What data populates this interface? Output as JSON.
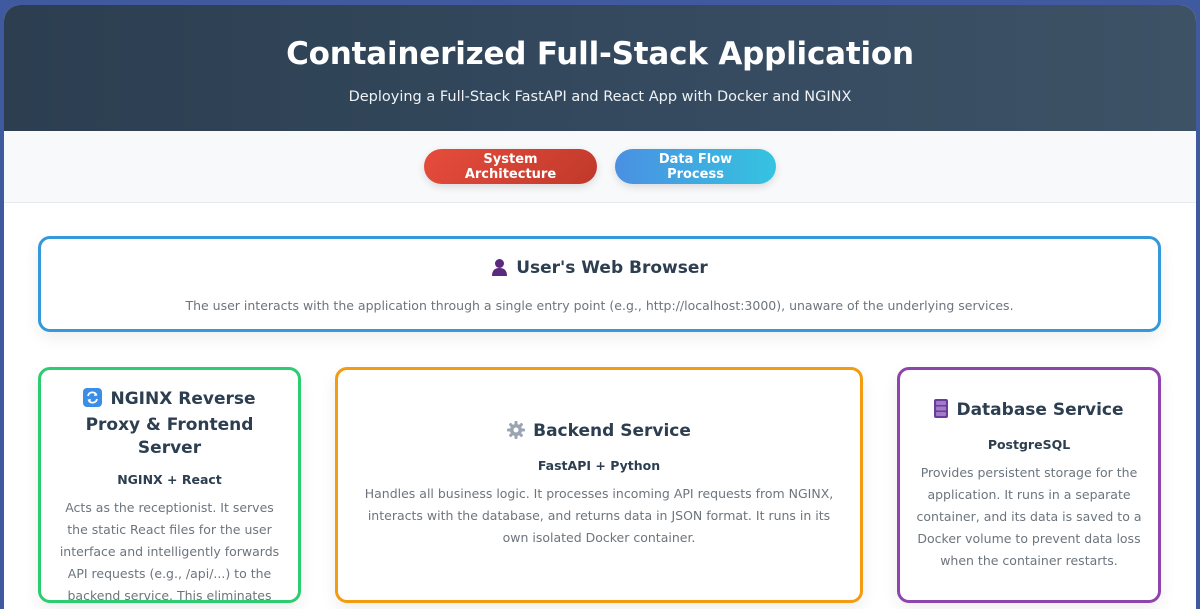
{
  "header": {
    "title": "Containerized Full-Stack Application",
    "subtitle": "Deploying a Full-Stack FastAPI and React App with Docker and NGINX"
  },
  "tabs": [
    {
      "label": "System Architecture",
      "active": true
    },
    {
      "label": "Data Flow Process",
      "active": false
    }
  ],
  "colors": {
    "header_bg": "#2c3e50",
    "active_tab": "#e74c3c",
    "inactive_tab": "#4a90e2",
    "browser_border": "#3498db",
    "nginx_border": "#2ecc71",
    "backend_border": "#f39c12",
    "database_border": "#8e44ad"
  },
  "cards": {
    "browser": {
      "icon": "user-icon",
      "title": "User's Web Browser",
      "description": "The user interacts with the application through a single entry point (e.g., http://localhost:3000), unaware of the underlying services."
    },
    "nginx": {
      "icon": "refresh-icon",
      "title": "NGINX Reverse Proxy & Frontend Server",
      "tech": "NGINX + React",
      "description": "Acts as the receptionist. It serves the static React files for the user interface and intelligently forwards API requests (e.g., /api/...) to the backend service. This eliminates CORS issues."
    },
    "backend": {
      "icon": "gear-icon",
      "title": "Backend Service",
      "tech": "FastAPI + Python",
      "description": "Handles all business logic. It processes incoming API requests from NGINX, interacts with the database, and returns data in JSON format. It runs in its own isolated Docker container."
    },
    "database": {
      "icon": "database-icon",
      "title": "Database Service",
      "tech": "PostgreSQL",
      "description": "Provides persistent storage for the application. It runs in a separate container, and its data is saved to a Docker volume to prevent data loss when the container restarts."
    }
  }
}
